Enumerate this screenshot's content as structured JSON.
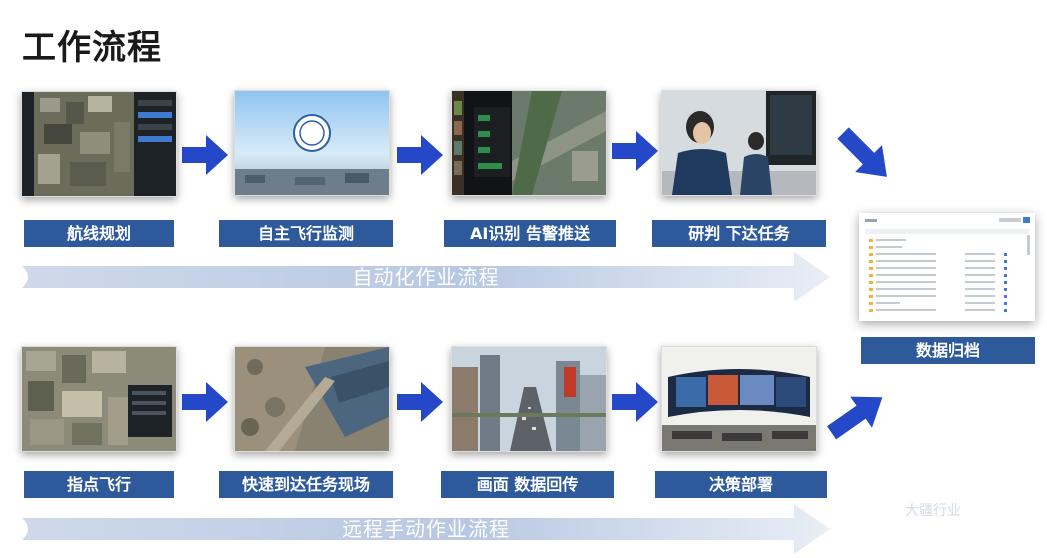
{
  "title": "工作流程",
  "colors": {
    "label_bg": "#2e5a9c",
    "arrow": "#2448c8",
    "band_start": "#cfd9ea",
    "band_end": "#eef2f8"
  },
  "row1": {
    "steps": [
      {
        "label": "航线规划",
        "image": "satellite-map-planning"
      },
      {
        "label": "自主飞行监测",
        "image": "drone-aerial-logo"
      },
      {
        "label": "AI识别 告警推送",
        "image": "ai-detection-interface"
      },
      {
        "label": "研判 下达任务",
        "image": "officers-control-room"
      }
    ],
    "band_label": "自动化作业流程"
  },
  "row2": {
    "steps": [
      {
        "label": "指点飞行",
        "image": "satellite-map-pointing"
      },
      {
        "label": "快速到达任务现场",
        "image": "aerial-site-view"
      },
      {
        "label": "画面 数据回传",
        "image": "city-street-aerial"
      },
      {
        "label": "决策部署",
        "image": "command-center-screens"
      }
    ],
    "band_label": "远程手动作业流程"
  },
  "archive": {
    "label": "数据归档",
    "image": "archive-table-screenshot"
  },
  "watermark": "大疆行业"
}
